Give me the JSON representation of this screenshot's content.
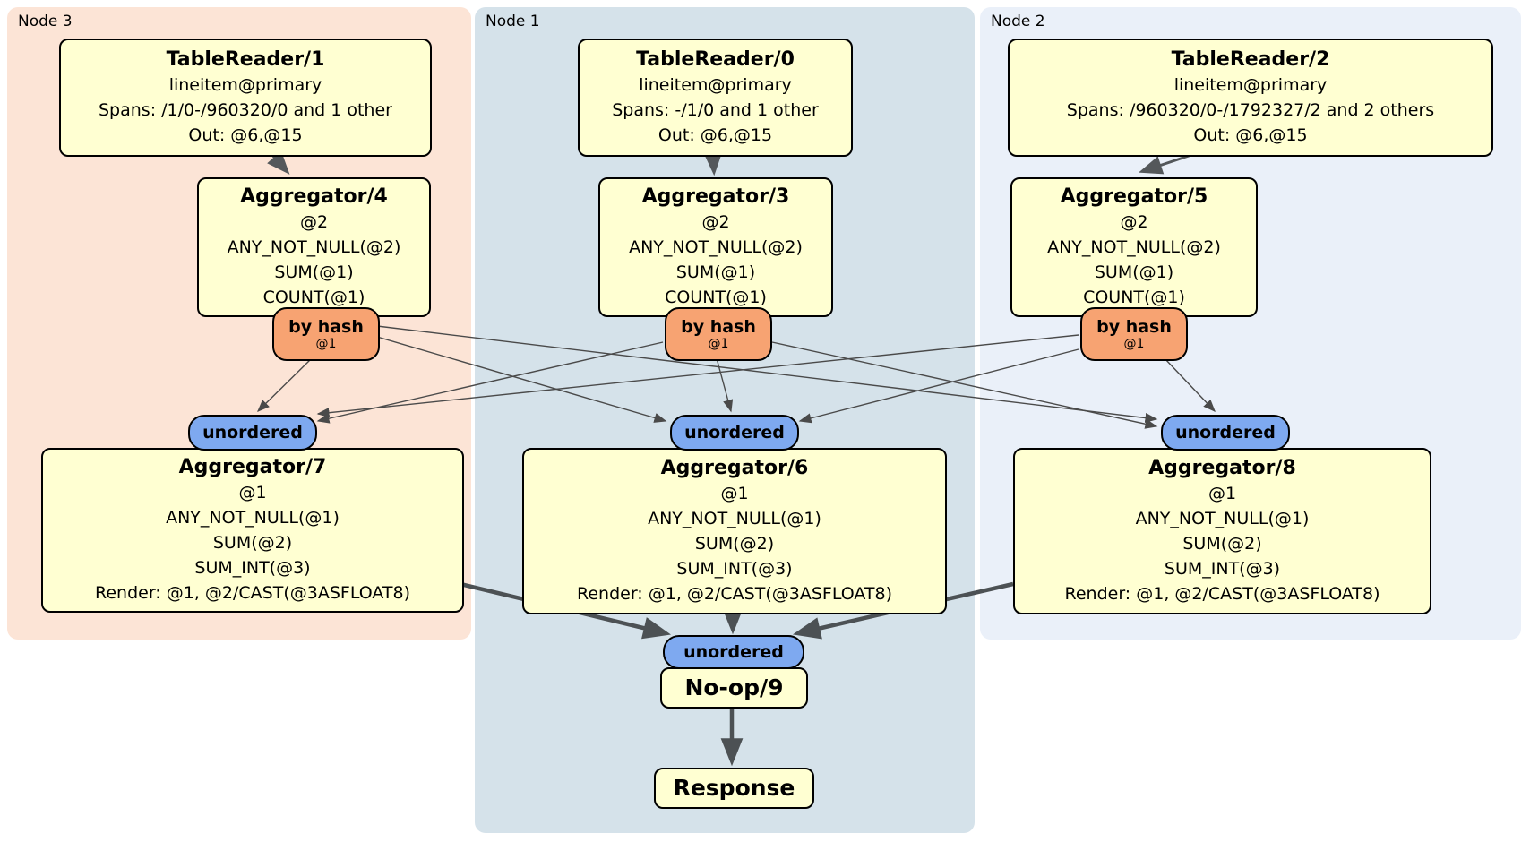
{
  "diagram_type": "distributed-sql-query-plan",
  "colors": {
    "node3_region_bg": "#fce4d6",
    "node1_region_bg": "#d5e2ea",
    "node2_region_bg": "#eaf0f9",
    "processor_box_bg": "#ffffd2",
    "by_hash_badge_bg": "#f7a372",
    "sync_badge_bg": "#7ea9f0",
    "edge_color": "#4a4e51",
    "border_color": "#000000"
  },
  "groups": {
    "node3": {
      "label": "Node 3",
      "tablereader": {
        "title": "TableReader/1",
        "lines": [
          "lineitem@primary",
          "Spans: /1/0-/960320/0 and 1 other",
          "Out: @6,@15"
        ]
      },
      "aggregator_top": {
        "title": "Aggregator/4",
        "lines": [
          "@2",
          "ANY_NOT_NULL(@2)",
          "SUM(@1)",
          "COUNT(@1)"
        ]
      },
      "by_hash": {
        "label": "by hash",
        "sublabel": "@1"
      },
      "unordered_label": "unordered",
      "aggregator_bottom": {
        "title": "Aggregator/7",
        "lines": [
          "@1",
          "ANY_NOT_NULL(@1)",
          "SUM(@2)",
          "SUM_INT(@3)",
          "Render: @1, @2/CAST(@3ASFLOAT8)"
        ]
      }
    },
    "node1": {
      "label": "Node 1",
      "tablereader": {
        "title": "TableReader/0",
        "lines": [
          "lineitem@primary",
          "Spans: -/1/0 and 1 other",
          "Out: @6,@15"
        ]
      },
      "aggregator_top": {
        "title": "Aggregator/3",
        "lines": [
          "@2",
          "ANY_NOT_NULL(@2)",
          "SUM(@1)",
          "COUNT(@1)"
        ]
      },
      "by_hash": {
        "label": "by hash",
        "sublabel": "@1"
      },
      "unordered_label": "unordered",
      "aggregator_bottom": {
        "title": "Aggregator/6",
        "lines": [
          "@1",
          "ANY_NOT_NULL(@1)",
          "SUM(@2)",
          "SUM_INT(@3)",
          "Render: @1, @2/CAST(@3ASFLOAT8)"
        ]
      },
      "final_unordered_label": "unordered",
      "noop_title": "No-op/9",
      "response_title": "Response"
    },
    "node2": {
      "label": "Node 2",
      "tablereader": {
        "title": "TableReader/2",
        "lines": [
          "lineitem@primary",
          "Spans: /960320/0-/1792327/2 and 2 others",
          "Out: @6,@15"
        ]
      },
      "aggregator_top": {
        "title": "Aggregator/5",
        "lines": [
          "@2",
          "ANY_NOT_NULL(@2)",
          "SUM(@1)",
          "COUNT(@1)"
        ]
      },
      "by_hash": {
        "label": "by hash",
        "sublabel": "@1"
      },
      "unordered_label": "unordered",
      "aggregator_bottom": {
        "title": "Aggregator/8",
        "lines": [
          "@1",
          "ANY_NOT_NULL(@1)",
          "SUM(@2)",
          "SUM_INT(@3)",
          "Render: @1, @2/CAST(@3ASFLOAT8)"
        ]
      }
    }
  },
  "edges": [
    {
      "from": "TableReader/1",
      "to": "Aggregator/4"
    },
    {
      "from": "TableReader/0",
      "to": "Aggregator/3"
    },
    {
      "from": "TableReader/2",
      "to": "Aggregator/5"
    },
    {
      "from": "Aggregator/4 by hash",
      "to": "Aggregator/7 unordered"
    },
    {
      "from": "Aggregator/4 by hash",
      "to": "Aggregator/6 unordered"
    },
    {
      "from": "Aggregator/4 by hash",
      "to": "Aggregator/8 unordered"
    },
    {
      "from": "Aggregator/3 by hash",
      "to": "Aggregator/7 unordered"
    },
    {
      "from": "Aggregator/3 by hash",
      "to": "Aggregator/6 unordered"
    },
    {
      "from": "Aggregator/3 by hash",
      "to": "Aggregator/8 unordered"
    },
    {
      "from": "Aggregator/5 by hash",
      "to": "Aggregator/7 unordered"
    },
    {
      "from": "Aggregator/5 by hash",
      "to": "Aggregator/6 unordered"
    },
    {
      "from": "Aggregator/5 by hash",
      "to": "Aggregator/8 unordered"
    },
    {
      "from": "Aggregator/7",
      "to": "No-op/9 unordered"
    },
    {
      "from": "Aggregator/6",
      "to": "No-op/9 unordered"
    },
    {
      "from": "Aggregator/8",
      "to": "No-op/9 unordered"
    },
    {
      "from": "No-op/9",
      "to": "Response"
    }
  ]
}
